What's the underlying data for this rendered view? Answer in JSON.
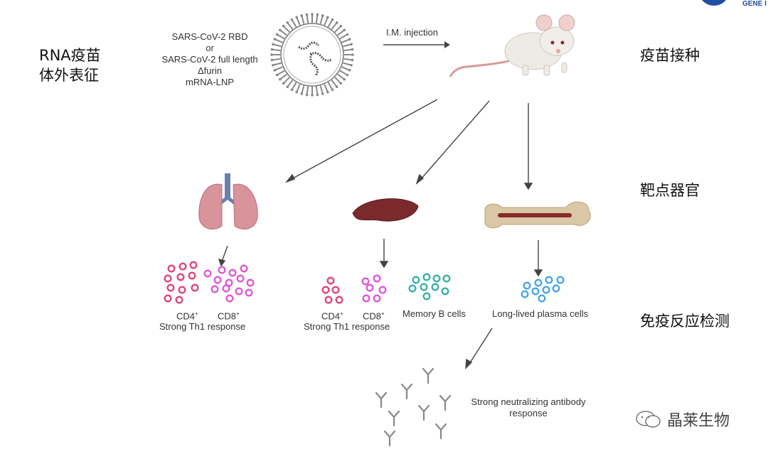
{
  "logo": {
    "text": "GENE I"
  },
  "side_labels": {
    "in_vitro": [
      "RNA疫苗",
      "体外表征"
    ],
    "vaccination": "疫苗接种",
    "target_organs": "靶点器官",
    "immune_detection": "免疫反应检测"
  },
  "vaccine": {
    "lines": [
      "SARS-CoV-2 RBD",
      "or",
      "SARS-CoV-2 full length",
      "Δfurin",
      "mRNA-LNP"
    ]
  },
  "injection_label": "I.M. injection",
  "organs": {
    "lung": {
      "cell_labels": [
        "CD4",
        "CD8"
      ],
      "superscript": "+",
      "response": "Strong Th1 response"
    },
    "spleen": {
      "cell_labels": [
        "CD4",
        "CD8"
      ],
      "superscript": "+",
      "memory_label": "Memory B cells",
      "response": "Strong Th1 response"
    },
    "bone": {
      "plasma_label": "Long-lived plasma cells"
    }
  },
  "antibody_response": [
    "Strong neutralizing antibody",
    "response"
  ],
  "watermark": {
    "text": "晶莱生物"
  },
  "colors": {
    "cd4": "#e0457a",
    "cd8": "#e057d8",
    "memory_b": "#3bb0a8",
    "plasma": "#4aa5e6",
    "arrow": "#444444",
    "lung": "#d9939b",
    "spleen": "#7a2a2a",
    "bone": "#d9c7a6"
  }
}
